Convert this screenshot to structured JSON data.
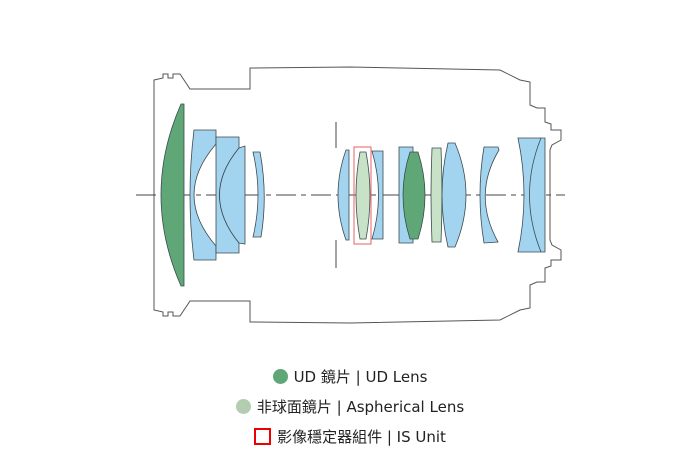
{
  "legend": [
    {
      "label": "UD 鏡片 | UD Lens",
      "marker": "circle",
      "color": "#5fa777"
    },
    {
      "label": "非球面鏡片 | Aspherical Lens",
      "marker": "circle",
      "color": "#b3cdb0"
    },
    {
      "label": "影像穩定器組件 | IS Unit",
      "marker": "square-outline",
      "color": "#e00000"
    }
  ],
  "colors": {
    "standard_lens": "#a3d4ef",
    "ud_lens": "#5fa777",
    "aspherical_lens": "#c7e2c6",
    "is_unit": "#e86060"
  }
}
